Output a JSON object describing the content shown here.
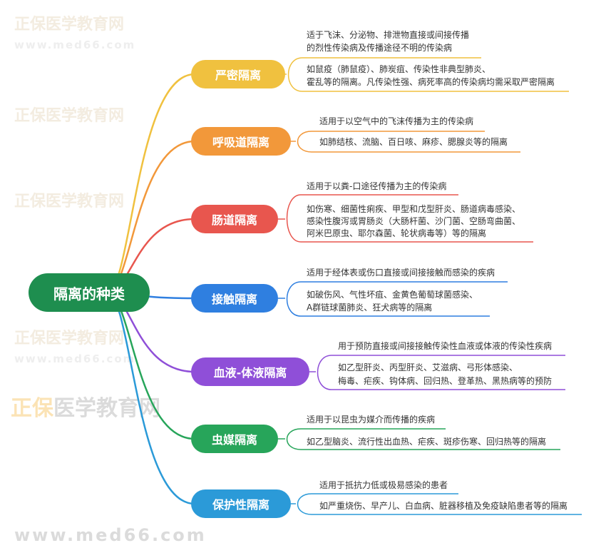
{
  "watermark": {
    "brand": "正保医学教育网",
    "brand_prefix": "正保",
    "brand_suffix": "医学教育网",
    "url": "www.med66.com"
  },
  "root": {
    "label": "隔离的种类",
    "color": "#1e8e4f"
  },
  "branches": [
    {
      "label": "严密隔离",
      "color": "#f0c13f",
      "details": [
        [
          "适于飞沫、分泌物、排泄物直接或间接传播",
          "的烈性传染病及传播途径不明的传染病"
        ],
        [
          "如鼠疫（肺鼠疫）、肺炭疽、传染性非典型肺炎、",
          "霍乱等的隔离。凡传染性强、病死率高的传染病均需采取严密隔离"
        ]
      ]
    },
    {
      "label": "呼吸道隔离",
      "color": "#f2983a",
      "details": [
        [
          "适用于以空气中的飞沫传播为主的传染病"
        ],
        [
          "如肺结核、流脑、百日咳、麻疹、腮腺炎等的隔离"
        ]
      ]
    },
    {
      "label": "肠道隔离",
      "color": "#e8564e",
      "details": [
        [
          "适用于以粪-口途径传播为主的传染病"
        ],
        [
          "如伤寒、细菌性痢疾、甲型和戊型肝炎、肠道病毒感染、",
          "感染性腹泻或胃肠炎（大肠杆菌、沙门菌、空肠弯曲菌、",
          "阿米巴原虫、耶尔森菌、轮状病毒等）等的隔离"
        ]
      ]
    },
    {
      "label": "接触隔离",
      "color": "#2f7fe0",
      "details": [
        [
          "适用于经体表或伤口直接或间接接触而感染的疾病"
        ],
        [
          "如破伤风、气性坏疽、金黄色葡萄球菌感染、",
          "A群链球菌肺炎、狂犬病等的隔离"
        ]
      ]
    },
    {
      "label": "血液-体液隔离",
      "color": "#8f4fd8",
      "details": [
        [
          "用于预防直接或间接接触传染性血液或体液的传染性疾病"
        ],
        [
          "如乙型肝炎、丙型肝炎、艾滋病、弓形体感染、",
          "梅毒、疟疾、钩体病、回归热、登革热、黑热病等的预防"
        ]
      ]
    },
    {
      "label": "虫媒隔离",
      "color": "#27a55a",
      "details": [
        [
          "适用于以昆虫为媒介而传播的疾病"
        ],
        [
          "如乙型脑炎、流行性出血热、疟疾、斑疹伤寒、回归热等的隔离"
        ]
      ]
    },
    {
      "label": "保护性隔离",
      "color": "#2b9ad8",
      "details": [
        [
          "适用于抵抗力低或极易感染的患者"
        ],
        [
          "如严重烧伤、早产儿、白血病、脏器移植及免疫缺陷患者等的隔离"
        ]
      ]
    }
  ]
}
